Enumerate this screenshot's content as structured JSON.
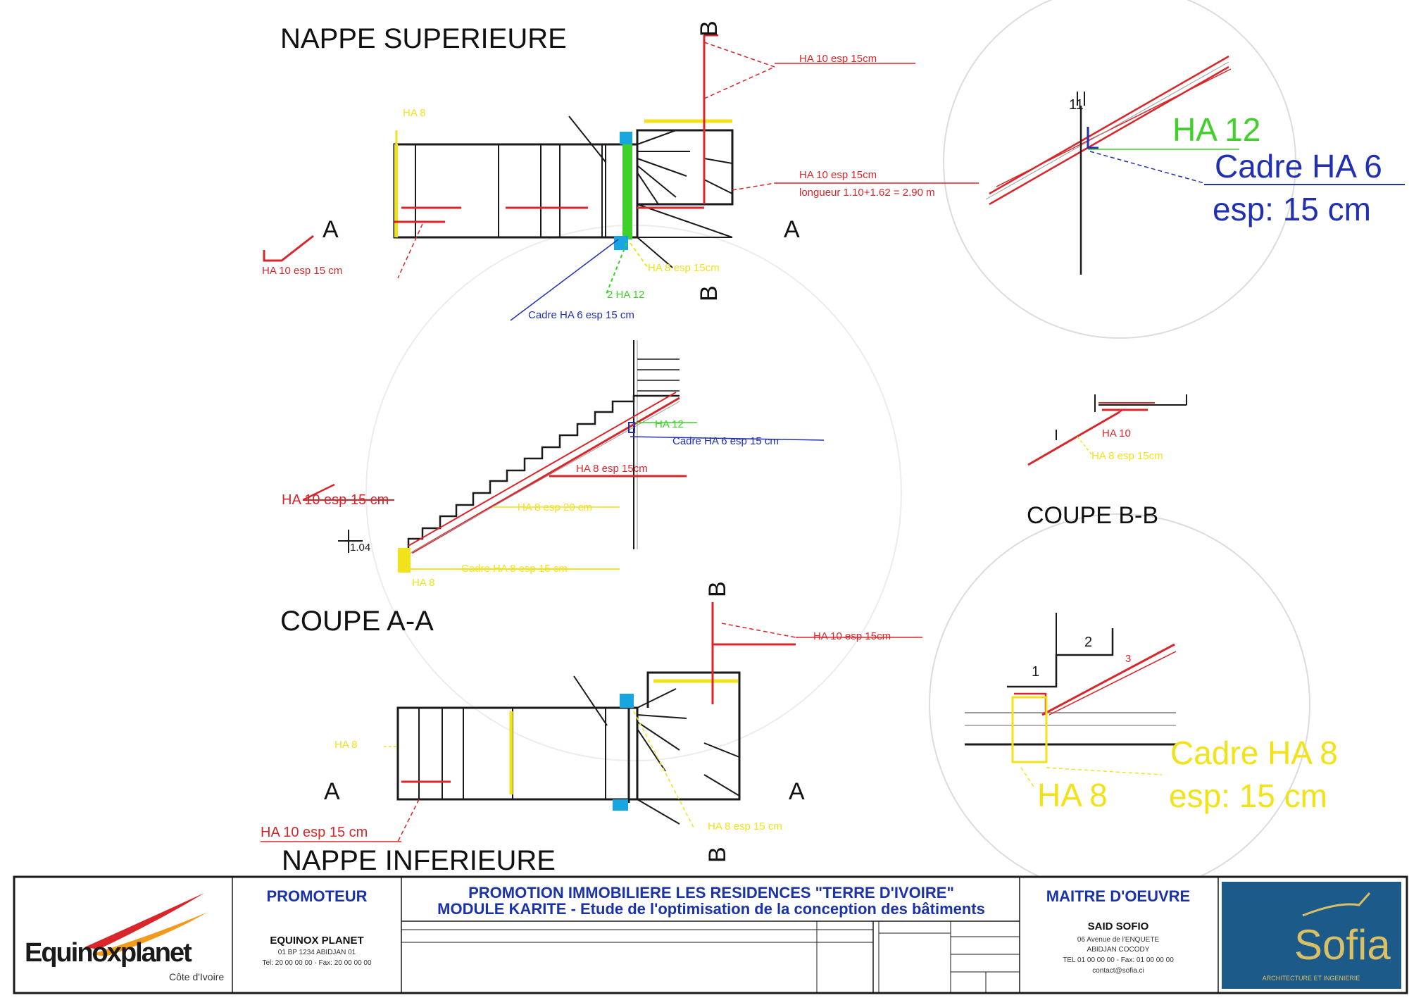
{
  "colors": {
    "line": "#1a1a1a",
    "red": "#d8262a",
    "yellow": "#f2e21a",
    "green": "#3fd12a",
    "blue": "#2030b0",
    "cyan": "#18a6e0",
    "grey": "#b8b8b8"
  },
  "views": {
    "nappe_sup": {
      "title": "NAPPE SUPERIEURE",
      "section_marks": {
        "a_left": "A",
        "a_right": "A",
        "b_top": "B",
        "b_bottom": "B"
      },
      "labels": {
        "ha10_top": "HA 10 esp 15cm",
        "ha10_right": "HA 10 esp 15cm",
        "longueur": "longueur 1.10+1.62 = 2.90 m",
        "ha8_left": "HA 8",
        "ha10_left": "HA 10 esp 15 cm",
        "ha8_bottom": "HA 8 esp 15cm",
        "ha12_2": "2 HA 12",
        "cadre_ha6": "Cadre HA 6 esp 15 cm"
      }
    },
    "detail_top": {
      "number": "11",
      "ha12": "HA 12",
      "cadre_line1": "Cadre HA 6",
      "cadre_line2": "esp: 15 cm"
    },
    "coupe_aa": {
      "title": "COUPE A-A",
      "labels": {
        "ha12": "HA 12",
        "cadre_ha6": "Cadre HA 6 esp 15 cm",
        "ha8_15": "HA 8 esp 15cm",
        "ha10_15": "HA 10 esp 15 cm",
        "ha8_20": "HA 8 esp 20 cm",
        "ha8_small": "HA 8",
        "cadre_ha8": "Cadre HA 8 esp 15 cm",
        "mark": "1.04"
      }
    },
    "coupe_bb": {
      "title": "COUPE B-B",
      "labels": {
        "ha10": "HA 10",
        "ha8": "HA 8 esp 15cm"
      }
    },
    "detail_bottom": {
      "num1": "1",
      "num2": "2",
      "num3": "3",
      "ha8": "HA 8",
      "cadre_line1": "Cadre HA 8",
      "cadre_line2": "esp: 15 cm"
    },
    "nappe_inf": {
      "title": "NAPPE INFERIEURE",
      "section_marks": {
        "a_left": "A",
        "a_right": "A",
        "b_top": "B",
        "b_bottom": "B"
      },
      "labels": {
        "ha10_top": "HA 10 esp 15cm",
        "ha8_left": "HA 8",
        "ha10_left": "HA 10 esp 15 cm",
        "ha8_bottom": "HA 8 esp 15 cm"
      }
    }
  },
  "title_block": {
    "logo_left_text": "Equinoxplanet",
    "logo_left_sub": "Côte d'Ivoire",
    "promoteur_label": "PROMOTEUR",
    "promoteur_name": "EQUINOX PLANET",
    "promoteur_addr": "01 BP 1234 ABIDJAN 01",
    "promoteur_tel": "Tel: 20 00 00 00 - Fax: 20 00 00 00",
    "project_line1": "PROMOTION IMMOBILIERE LES RESIDENCES \"TERRE D'IVOIRE\"",
    "project_line2": "MODULE KARITE - Etude de l'optimisation de la conception des bâtiments",
    "maitre_label": "MAITRE D'OEUVRE",
    "maitre_name": "SAID SOFIO",
    "maitre_addr1": "06 Avenue de l'ENQUETE",
    "maitre_addr2": "ABIDJAN COCODY",
    "maitre_tel": "TEL 01 00 00 00 - Fax: 01 00 00 00",
    "maitre_mail": "contact@sofia.ci",
    "logo_right_text": "Sofia",
    "logo_right_sub": "ARCHITECTURE ET INGENIERIE"
  }
}
